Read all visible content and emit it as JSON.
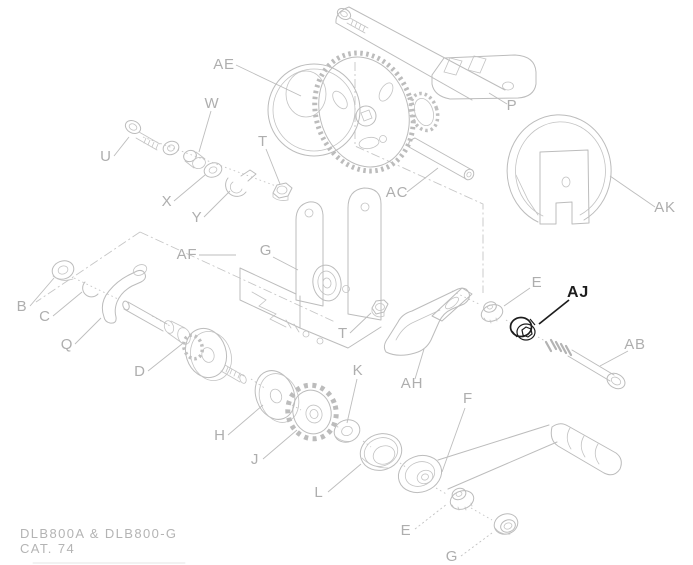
{
  "diagram": {
    "type": "exploded-parts-view",
    "subject": "hand winch assembly",
    "highlighted_callout": "AJ"
  },
  "colors": {
    "background": "#ffffff",
    "line_gray": "#bcbcbc",
    "label_gray": "#aeaeae",
    "highlight_black": "#1d1d1d"
  },
  "labels": {
    "AE": "AE",
    "W": "W",
    "U": "U",
    "X": "X",
    "Y": "Y",
    "T_upper": "T",
    "AC": "AC",
    "P": "P",
    "AK": "AK",
    "AF": "AF",
    "G_frame": "G",
    "B": "B",
    "C": "C",
    "Q": "Q",
    "D": "D",
    "H": "H",
    "J": "J",
    "K": "K",
    "T_lower": "T",
    "AH": "AH",
    "F": "F",
    "E_upper": "E",
    "AJ": "AJ",
    "AB": "AB",
    "L": "L",
    "E_lower": "E",
    "G_lower": "G"
  },
  "caption": {
    "model_line": "DLB800A & DLB800-G",
    "catalog_line": "CAT. 74"
  }
}
